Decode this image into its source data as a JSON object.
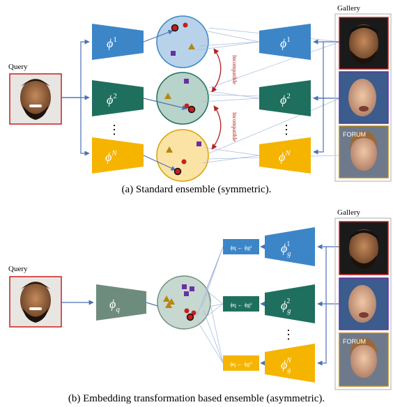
{
  "panel_a": {
    "query_label": "Query",
    "gallery_label": "Gallery",
    "caption": "(a) Standard ensemble (symmetric).",
    "incompatible_label_1": "Incompatible",
    "incompatible_label_2": "Incompatible",
    "left_encoders": [
      {
        "label": "ϕ",
        "sup": "1",
        "color": "#3c86c8"
      },
      {
        "label": "ϕ",
        "sup": "2",
        "color": "#1f6f5e"
      },
      {
        "label": "ϕ",
        "sup": "N",
        "color": "#f5b400"
      }
    ],
    "right_encoders": [
      {
        "label": "ϕ",
        "sup": "1",
        "color": "#3c86c8"
      },
      {
        "label": "ϕ",
        "sup": "2",
        "color": "#1f6f5e"
      },
      {
        "label": "ϕ",
        "sup": "N",
        "color": "#f5b400"
      }
    ],
    "vdots": "⋮"
  },
  "panel_b": {
    "query_label": "Query",
    "gallery_label": "Gallery",
    "caption": "(b) Embedding transformation based ensemble (asymmetric).",
    "query_encoder": {
      "label": "ϕ",
      "sub": "q",
      "color": "#6e8c7e"
    },
    "transforms": [
      {
        "text": "ϕq ← ϕg¹",
        "color": "#3c86c8"
      },
      {
        "text": "ϕq ← ϕg²",
        "color": "#1f6f5e"
      },
      {
        "text": "ϕq ← ϕgᴺ",
        "color": "#f5b400"
      }
    ],
    "gallery_encoders": [
      {
        "label": "ϕ",
        "sub": "g",
        "sup": "1",
        "color": "#3c86c8"
      },
      {
        "label": "ϕ",
        "sub": "g",
        "sup": "2",
        "color": "#1f6f5e"
      },
      {
        "label": "ϕ",
        "sub": "g",
        "sup": "N",
        "color": "#f5b400"
      }
    ],
    "vdots": "⋮"
  },
  "colors": {
    "arrow": "#4a72b8",
    "incompatible": "#b22222",
    "point_red": "#c81e1e",
    "point_purple": "#6a2fa0",
    "point_gold": "#b8860b",
    "query_border": "#c81e1e",
    "gallery_border_1": "#c81e1e",
    "gallery_border_2": "#6a2fa0",
    "gallery_border_3": "#b8860b"
  },
  "icons": [
    "face-photo-icon"
  ]
}
